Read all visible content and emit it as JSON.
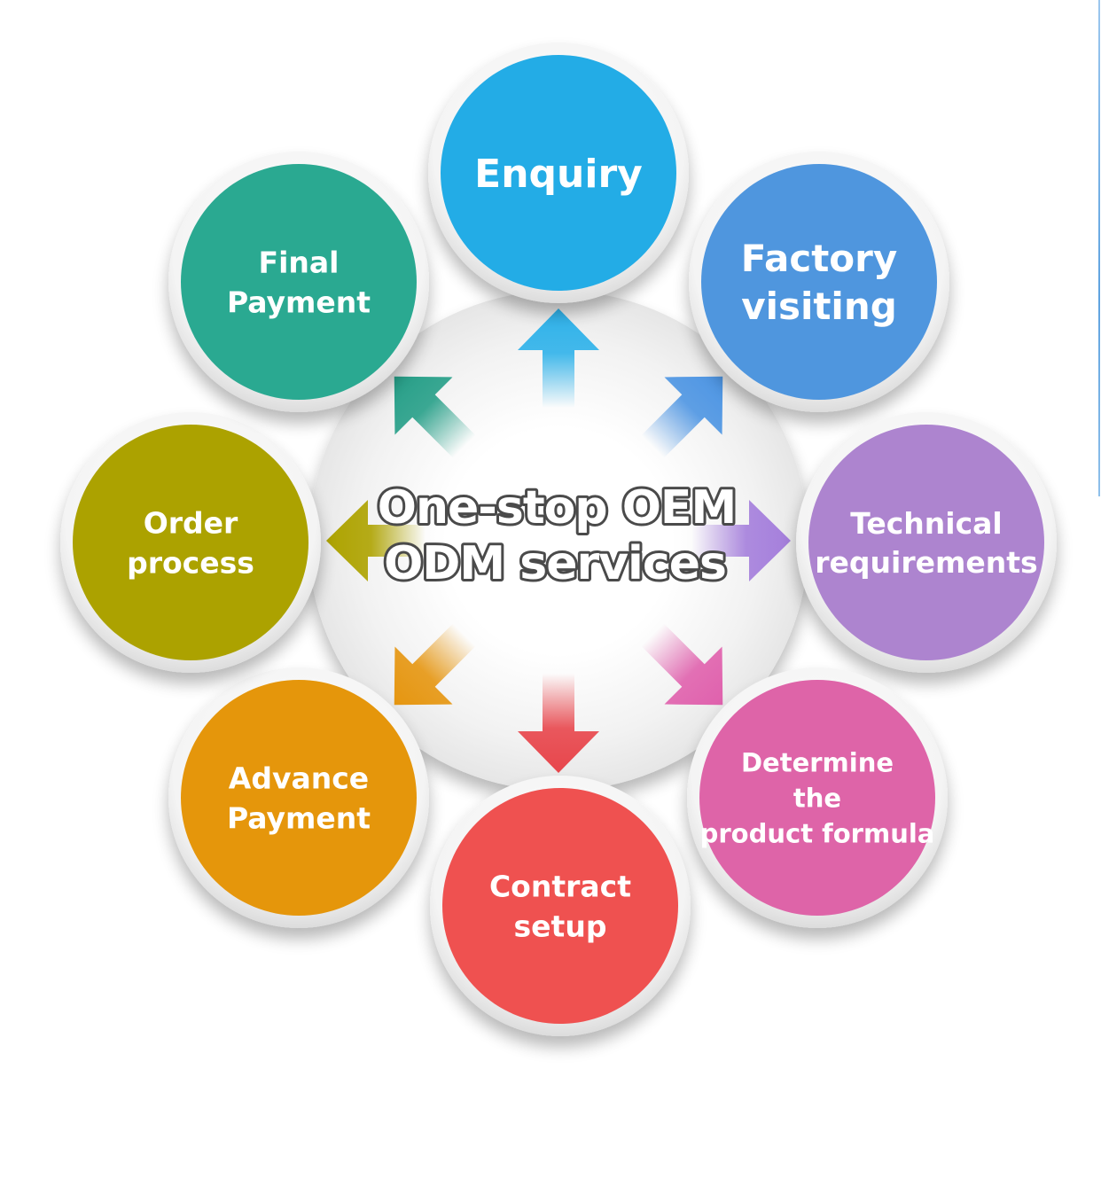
{
  "center_title": {
    "line1": "One-stop OEM",
    "line2": "ODM services"
  },
  "steps": [
    {
      "lines": [
        "Enquiry"
      ],
      "color": "#23ace6",
      "arrow_color": "#2fb2ea"
    },
    {
      "lines": [
        "Factory",
        "visiting"
      ],
      "color": "#4f96de",
      "arrow_color": "#4d95e3"
    },
    {
      "lines": [
        "Technical",
        "requirements"
      ],
      "color": "#ad84cf",
      "arrow_color": "#a57fdc"
    },
    {
      "lines": [
        "Determine",
        "the",
        "product formula"
      ],
      "color": "#de64a8",
      "arrow_color": "#e061ad"
    },
    {
      "lines": [
        "Contract",
        "setup"
      ],
      "color": "#ef5150",
      "arrow_color": "#e8464c"
    },
    {
      "lines": [
        "Advance",
        "Payment"
      ],
      "color": "#e5960b",
      "arrow_color": "#e69610"
    },
    {
      "lines": [
        "Order",
        "process"
      ],
      "color": "#aca200",
      "arrow_color": "#aea300"
    },
    {
      "lines": [
        "Final",
        "Payment"
      ],
      "color": "#2aa991",
      "arrow_color": "#269f88"
    }
  ]
}
